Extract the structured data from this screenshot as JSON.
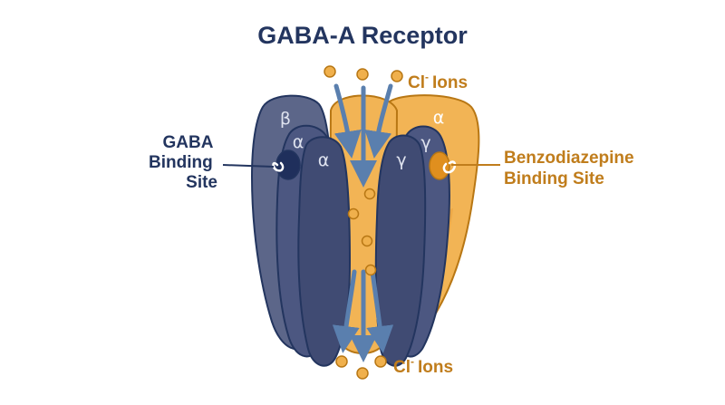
{
  "title": "GABA-A Receptor",
  "ions_top": {
    "symbol": "Cl",
    "charge": "-",
    "suffix": "Ions"
  },
  "ions_bottom": {
    "symbol": "Cl",
    "charge": "-",
    "suffix": "Ions"
  },
  "gaba_site": {
    "line1": "GABA",
    "line2": "Binding",
    "line3": "Site"
  },
  "benzo_site": {
    "line1": "Benzodiazepine",
    "line2": "Binding Site"
  },
  "subunits": {
    "beta": "β",
    "alpha_left_back": "α",
    "alpha_left_front": "α",
    "gamma_right_front": "γ",
    "gamma_right_back": "γ",
    "alpha_right_back": "α"
  },
  "colors": {
    "navy": "#23355f",
    "subunit_navy_back": "#5c6689",
    "subunit_navy_mid": "#4c5781",
    "subunit_navy_front": "#404b73",
    "orange": "#f2b455",
    "orange_dark": "#c07d1c",
    "arrow": "#5a7fae",
    "ion": "#f0b04c"
  }
}
